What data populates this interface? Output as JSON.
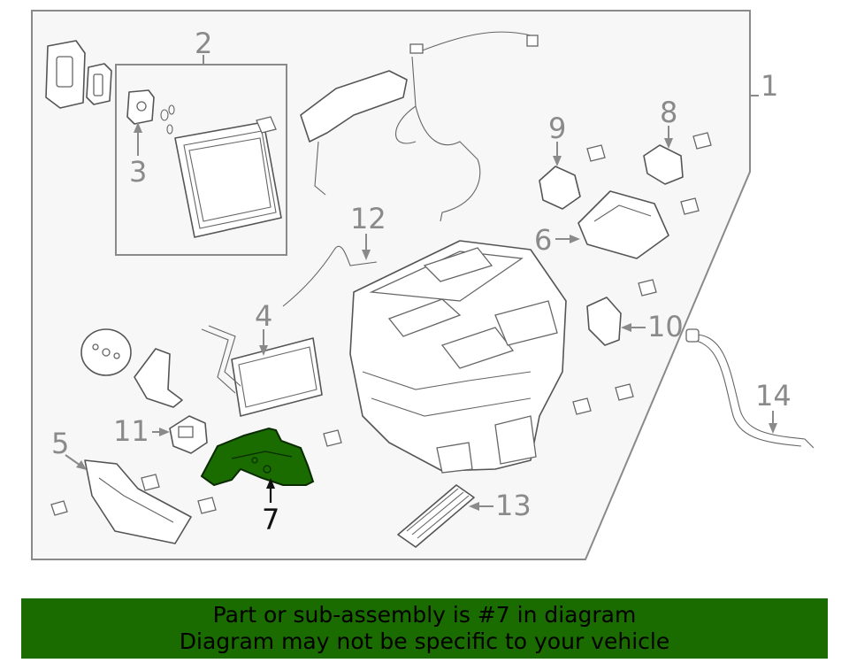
{
  "callouts": [
    {
      "id": "1",
      "label": "1"
    },
    {
      "id": "2",
      "label": "2"
    },
    {
      "id": "3",
      "label": "3"
    },
    {
      "id": "4",
      "label": "4"
    },
    {
      "id": "5",
      "label": "5"
    },
    {
      "id": "6",
      "label": "6"
    },
    {
      "id": "7",
      "label": "7"
    },
    {
      "id": "8",
      "label": "8"
    },
    {
      "id": "9",
      "label": "9"
    },
    {
      "id": "10",
      "label": "10"
    },
    {
      "id": "11",
      "label": "11"
    },
    {
      "id": "12",
      "label": "12"
    },
    {
      "id": "13",
      "label": "13"
    },
    {
      "id": "14",
      "label": "14"
    }
  ],
  "highlighted_part": "7",
  "highlight_color": "#1a6b00",
  "banner": {
    "line1": "Part or sub-assembly is #7 in diagram",
    "line2": "Diagram may not be specific to your vehicle"
  }
}
